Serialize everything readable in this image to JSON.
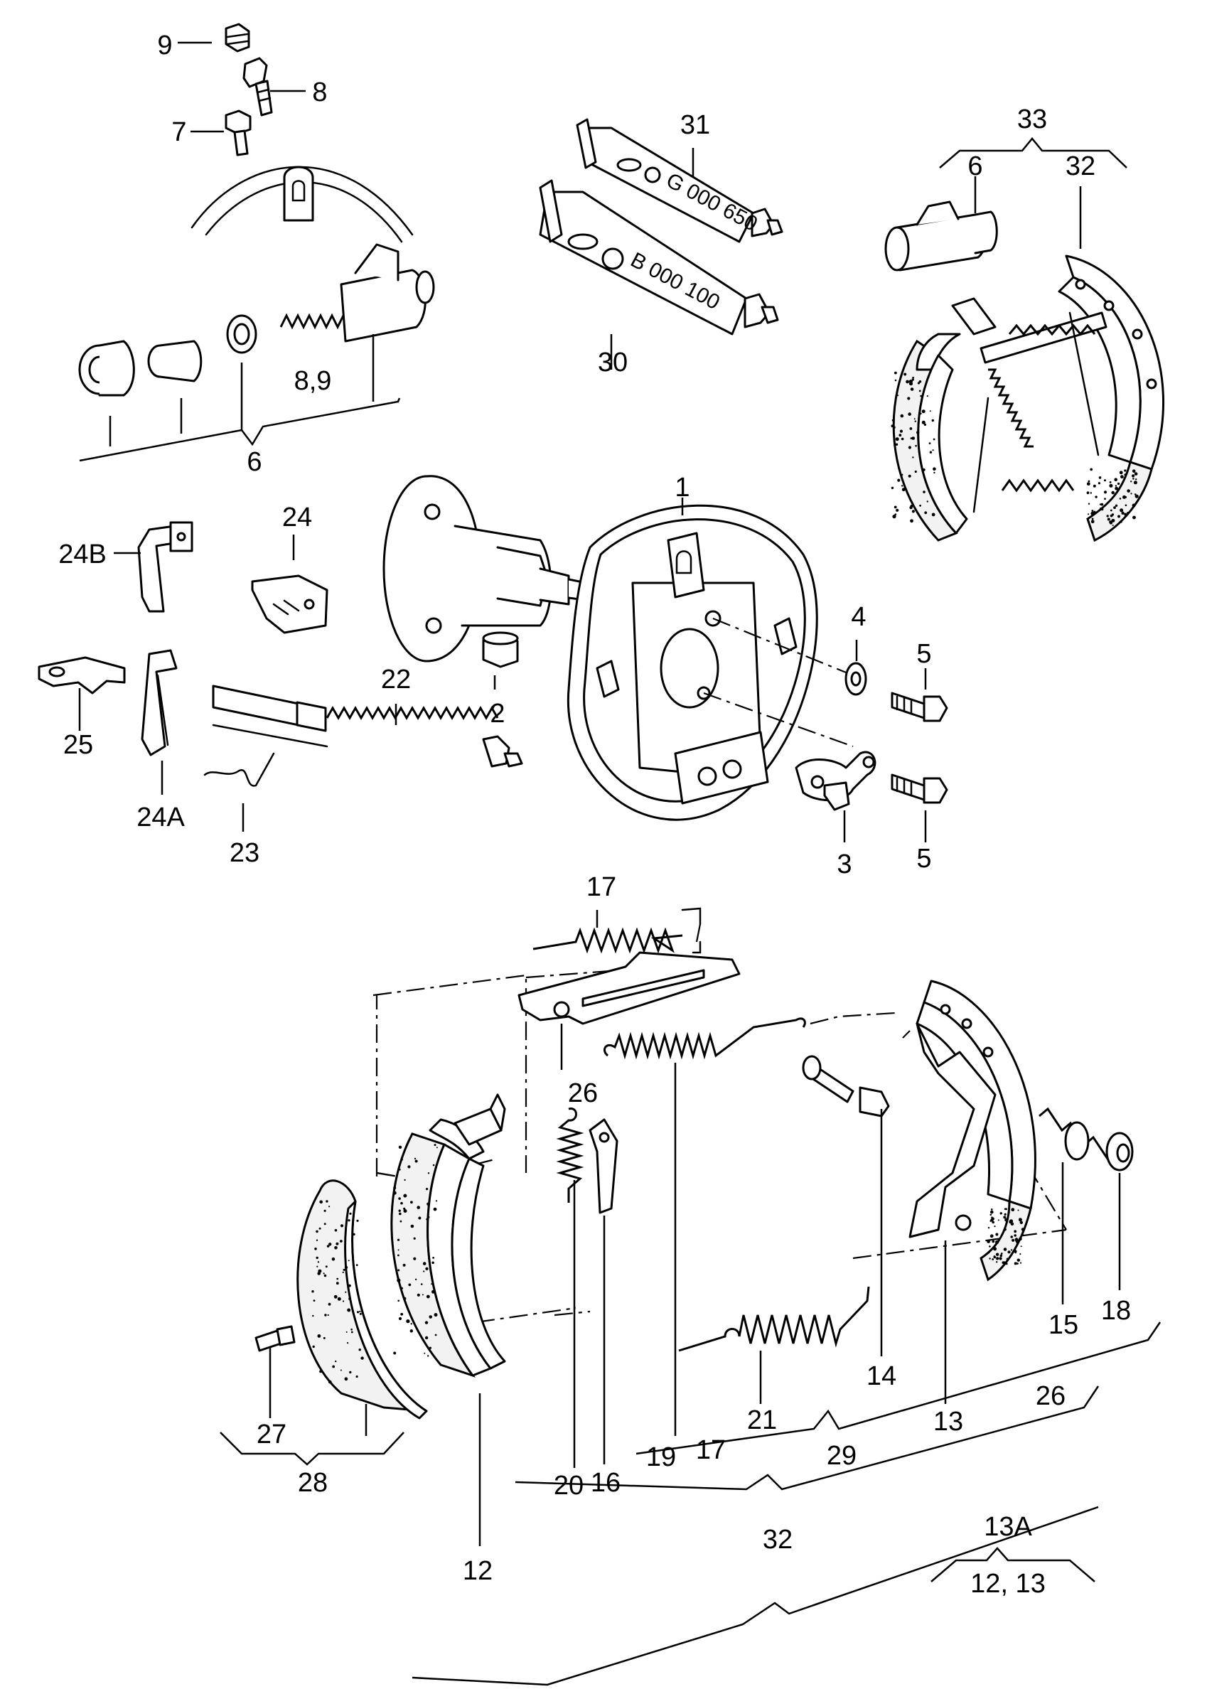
{
  "diagram": {
    "tube_text": {
      "tube_30": "B 000 100",
      "tube_31": "G 000 650"
    },
    "callouts": [
      {
        "id": "c-9",
        "text": "9"
      },
      {
        "id": "c-8",
        "text": "8"
      },
      {
        "id": "c-7",
        "text": "7"
      },
      {
        "id": "c-31",
        "text": "31"
      },
      {
        "id": "c-30",
        "text": "30"
      },
      {
        "id": "c-33",
        "text": "33"
      },
      {
        "id": "c-6-top",
        "text": "6"
      },
      {
        "id": "c-32-top",
        "text": "32"
      },
      {
        "id": "c-8-9",
        "text": "8,9"
      },
      {
        "id": "c-6-left",
        "text": "6"
      },
      {
        "id": "c-1",
        "text": "1"
      },
      {
        "id": "c-24",
        "text": "24"
      },
      {
        "id": "c-24b",
        "text": "24B"
      },
      {
        "id": "c-4",
        "text": "4"
      },
      {
        "id": "c-5-top",
        "text": "5"
      },
      {
        "id": "c-22",
        "text": "22"
      },
      {
        "id": "c-2",
        "text": "2"
      },
      {
        "id": "c-25",
        "text": "25"
      },
      {
        "id": "c-24a",
        "text": "24A"
      },
      {
        "id": "c-23",
        "text": "23"
      },
      {
        "id": "c-3",
        "text": "3"
      },
      {
        "id": "c-5-bottom",
        "text": "5"
      },
      {
        "id": "c-17-top",
        "text": "17"
      },
      {
        "id": "c-26-mid",
        "text": "26"
      },
      {
        "id": "c-15",
        "text": "15"
      },
      {
        "id": "c-18",
        "text": "18"
      },
      {
        "id": "c-14",
        "text": "14"
      },
      {
        "id": "c-27",
        "text": "27"
      },
      {
        "id": "c-28",
        "text": "28"
      },
      {
        "id": "c-20",
        "text": "20"
      },
      {
        "id": "c-16",
        "text": "16"
      },
      {
        "id": "c-19",
        "text": "19"
      },
      {
        "id": "c-17-bottom",
        "text": "17"
      },
      {
        "id": "c-21",
        "text": "21"
      },
      {
        "id": "c-29",
        "text": "29"
      },
      {
        "id": "c-13",
        "text": "13"
      },
      {
        "id": "c-26-bottom",
        "text": "26"
      },
      {
        "id": "c-32-bottom",
        "text": "32"
      },
      {
        "id": "c-12",
        "text": "12"
      },
      {
        "id": "c-13a",
        "text": "13A"
      },
      {
        "id": "c-12-13",
        "text": "12, 13"
      }
    ]
  }
}
